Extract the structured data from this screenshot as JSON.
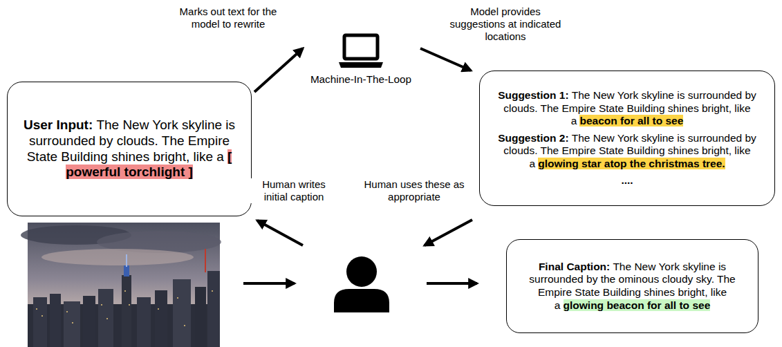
{
  "diagram": {
    "nodes": [
      {
        "text": [
          "User Input:",
          "The New York skyline is surrounded by clouds. The Empire State Building shines bright, like a",
          "[ powerful torchlight ]"
        ]
      },
      {
        "text": [
          "Machine-In-The-Loop"
        ]
      },
      {
        "text": [
          "Suggestion 1:",
          "The New York skyline is surrounded by clouds. The Empire State Building shines bright, like a",
          "beacon for all to see",
          "Suggestion 2:",
          "The New York skyline is surrounded by clouds. The Empire State Building shines bright, like a",
          "glowing star atop the christmas tree.",
          "...."
        ]
      },
      {
        "text": [
          "Final Caption:",
          "The New York skyline is surrounded by the ominous cloudy sky. The Empire State Building shines bright, like a",
          "glowing beacon for all to see"
        ]
      }
    ],
    "edges": [
      {
        "from": 0,
        "to": 1,
        "label": "Marks out text for the model to rewrite",
        "arrow": "to"
      },
      {
        "from": 1,
        "to": 2,
        "label": "Model provides suggestions at indicated locations",
        "arrow": "to"
      }
    ],
    "labels": [
      "Human writes initial caption",
      "Human uses these as appropriate"
    ]
  }
}
